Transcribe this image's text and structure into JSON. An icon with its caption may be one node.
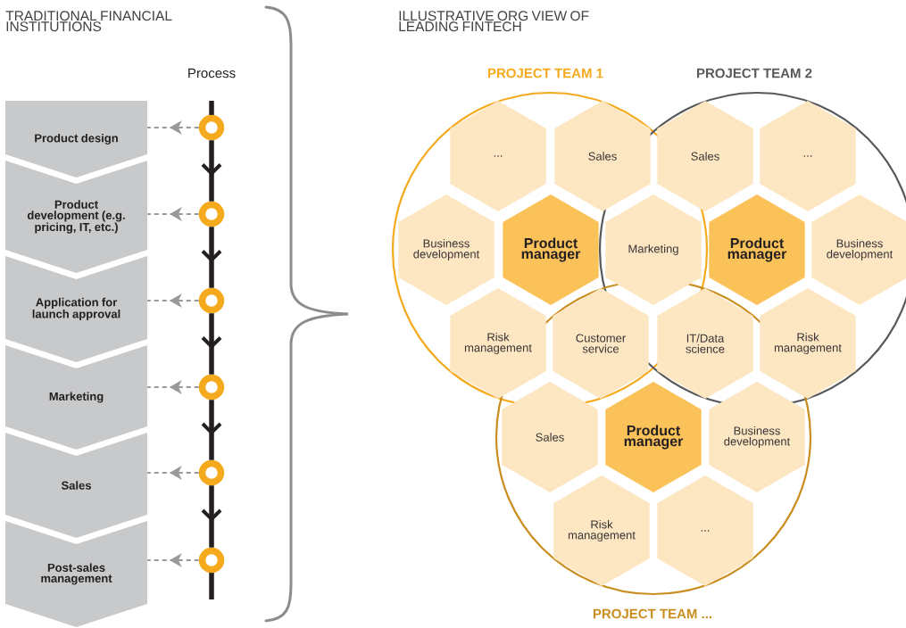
{
  "diagram": {
    "nodes": [
      {
        "text": [
          "Product design"
        ]
      },
      {
        "text": [
          "Product development (e.g. pricing, IT, etc.)"
        ]
      },
      {
        "text": [
          "Application for launch approval"
        ]
      },
      {
        "text": [
          "Marketing"
        ]
      },
      {
        "text": [
          "Sales"
        ]
      },
      {
        "text": [
          "Post-sales management"
        ]
      },
      {
        "text": [],
        "shape": "circle"
      },
      {
        "text": [],
        "shape": "circle"
      },
      {
        "text": [],
        "shape": "circle"
      },
      {
        "text": [],
        "shape": "circle"
      },
      {
        "text": [],
        "shape": "circle"
      },
      {
        "text": [],
        "shape": "circle"
      },
      {
        "text": [
          "PROJECT TEAM 1"
        ]
      },
      {
        "text": [
          "PROJECT TEAM 2"
        ]
      },
      {
        "text": [
          "PROJECT TEAM ..."
        ]
      },
      {
        "text": [
          "..."
        ],
        "in": 12
      },
      {
        "text": [
          "Sales"
        ],
        "in": 12
      },
      {
        "text": [
          "Sales"
        ],
        "in": 13
      },
      {
        "text": [
          "..."
        ],
        "in": 13
      },
      {
        "text": [
          "Business development"
        ],
        "in": 12
      },
      {
        "text": [
          "Product manager"
        ],
        "in": 12
      },
      {
        "text": [
          "Marketing"
        ]
      },
      {
        "text": [
          "Product manager"
        ],
        "in": 13
      },
      {
        "text": [
          "Business development"
        ],
        "in": 13
      },
      {
        "text": [
          "Risk management"
        ],
        "in": 12
      },
      {
        "text": [
          "Customer service"
        ]
      },
      {
        "text": [
          "IT/Data science"
        ]
      },
      {
        "text": [
          "Risk management"
        ],
        "in": 13
      },
      {
        "text": [
          "Sales"
        ],
        "in": 14
      },
      {
        "text": [
          "Product manager"
        ],
        "in": 14
      },
      {
        "text": [
          "Business development"
        ],
        "in": 14
      },
      {
        "text": [
          "Risk management"
        ],
        "in": 14
      },
      {
        "text": [
          "..."
        ],
        "in": 14
      }
    ],
    "edges": [
      {
        "from": 6,
        "to": 0,
        "arrow": "to",
        "style": "dashed",
        "color": "#999999"
      },
      {
        "from": 7,
        "to": 1,
        "arrow": "to",
        "style": "dashed",
        "color": "#999999"
      },
      {
        "from": 8,
        "to": 2,
        "arrow": "to",
        "style": "dashed",
        "color": "#999999"
      },
      {
        "from": 9,
        "to": 3,
        "arrow": "to",
        "style": "dashed",
        "color": "#999999"
      },
      {
        "from": 10,
        "to": 4,
        "arrow": "to",
        "style": "dashed",
        "color": "#999999"
      },
      {
        "from": 11,
        "to": 5,
        "arrow": "to",
        "style": "dashed",
        "color": "#999999"
      },
      {
        "from": 6,
        "to": 7,
        "arrow": "to",
        "style": "thick",
        "color": "#231f20"
      },
      {
        "from": 7,
        "to": 8,
        "arrow": "to",
        "style": "thick",
        "color": "#231f20"
      },
      {
        "from": 8,
        "to": 9,
        "arrow": "to",
        "style": "thick",
        "color": "#231f20"
      },
      {
        "from": 9,
        "to": 10,
        "arrow": "to",
        "style": "thick",
        "color": "#231f20"
      },
      {
        "from": 10,
        "to": 11,
        "arrow": "to",
        "style": "thick",
        "color": "#231f20"
      }
    ],
    "labels": [
      "TRADITIONAL FINANCIAL INSTITUTIONS",
      "ILLUSTRATIVE ORG VIEW OF LEADING FINTECH",
      "Process"
    ]
  }
}
